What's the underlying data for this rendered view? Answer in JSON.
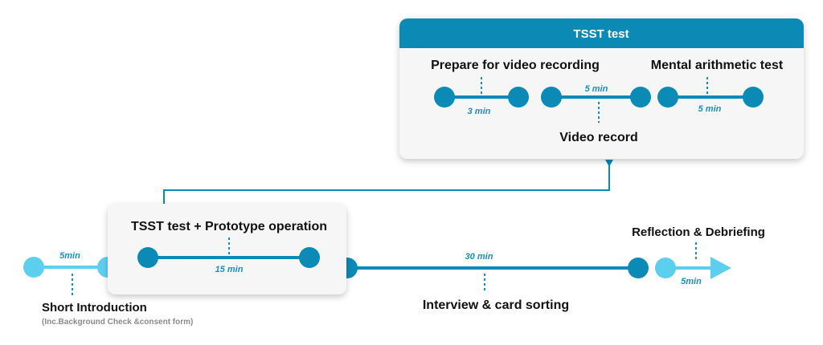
{
  "colors": {
    "primary": "#0a8ab5",
    "light": "#5dcfee",
    "card_bg": "#f6f6f6",
    "text": "#111111",
    "muted": "#8a8a8a",
    "time_text": "#1a90b8"
  },
  "tsst_panel": {
    "header": "TSST test",
    "prepare_label": "Prepare for video recording",
    "prepare_time": "3 min",
    "record_label": "Video record",
    "record_time": "5 min",
    "arithmetic_label": "Mental arithmetic test",
    "arithmetic_time": "5 min"
  },
  "timeline": {
    "intro_time": "5min",
    "intro_label": "Short Introduction",
    "intro_sub": "(Inc.Background Check &consent form)",
    "prototype_label": "TSST test + Prototype operation",
    "prototype_time": "15 min",
    "interview_time": "30 min",
    "interview_label": "Interview & card sorting",
    "reflection_label": "Reflection & Debriefing",
    "reflection_time": "5min"
  }
}
